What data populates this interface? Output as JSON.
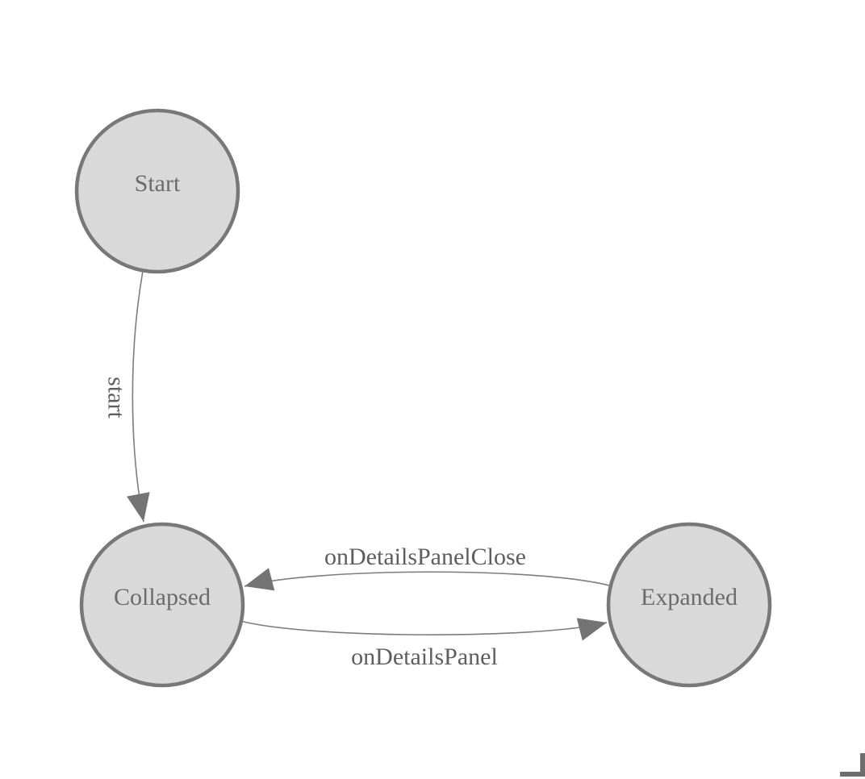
{
  "diagram": {
    "type": "state-machine",
    "nodes": [
      {
        "id": "start",
        "label": "Start"
      },
      {
        "id": "collapsed",
        "label": "Collapsed"
      },
      {
        "id": "expanded",
        "label": "Expanded"
      }
    ],
    "edges": [
      {
        "from": "Start",
        "to": "Collapsed",
        "label": "start"
      },
      {
        "from": "Expanded",
        "to": "Collapsed",
        "label": "onDetailsPanelClose"
      },
      {
        "from": "Collapsed",
        "to": "Expanded",
        "label": "onDetailsPanel"
      }
    ]
  },
  "colors": {
    "background": "#ffffff",
    "node_fill": "#d9d9d9",
    "node_stroke": "#787878",
    "node_text": "#6b6b6b",
    "edge_stroke": "#7d7d7d",
    "arrow_fill": "#747474",
    "edge_text": "#5e5e5e",
    "corner_mark": "#6e6e6e"
  },
  "icons": {
    "corner_mark": "page-corner"
  }
}
